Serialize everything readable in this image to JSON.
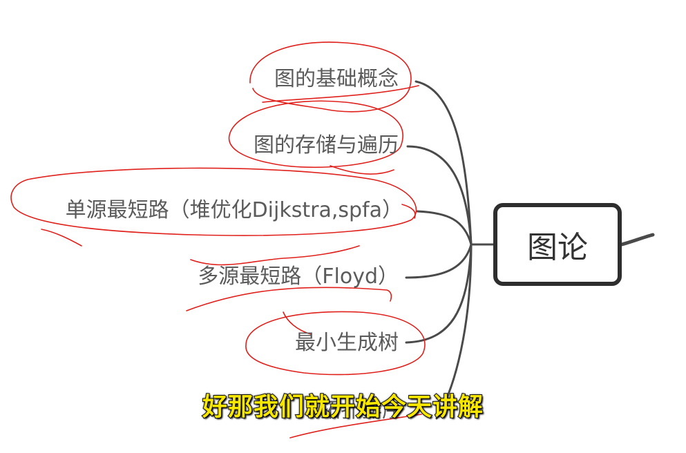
{
  "root": {
    "label": "图论"
  },
  "branches": [
    "图的基础概念",
    "图的存储与遍历",
    "单源最短路（堆优化Dijkstra,spfa）",
    "多源最短路（Floyd）",
    "最小生成树",
    "拓扑排序"
  ],
  "subtitle": "好那我们就开始今天讲解",
  "colors": {
    "connector": "#4a4a4a",
    "ink": "#e0201b",
    "subtitle_fill": "#f7e600",
    "subtitle_outline": "#141414"
  }
}
